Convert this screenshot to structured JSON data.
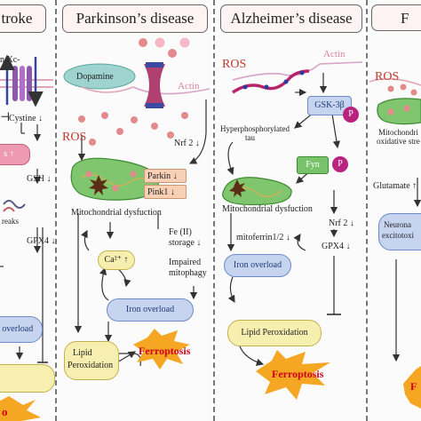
{
  "panels": {
    "stroke": {
      "title": "troke"
    },
    "parkinsons": {
      "title": "Parkinson’s disease"
    },
    "alzheimers": {
      "title": "Alzheimer’s disease"
    },
    "right": {
      "title": "F"
    }
  },
  "stroke": {
    "transport_label": "n Xc-",
    "cystine_label": "Cystine ↓",
    "cystine_arrow": "⊣",
    "pink_box": "s ↑",
    "gsh_label": "GSH ↓",
    "dna_label": "reaks",
    "gpx4_label": "GPX4 ↓",
    "iron_overload": "n overload",
    "ferroptosis_partial": "o"
  },
  "parkinsons": {
    "dopamine": "Dopamine",
    "actin": "Actin",
    "ros": "ROS",
    "nrf2": "Nrf 2 ↓",
    "parkin": "Parkin ↓",
    "pink1": "Pink1 ↓",
    "mito_dysfunction": "Mitochondrial dysfuction",
    "fe_storage_1": "Fe (II)",
    "fe_storage_2": "storage ↓",
    "impaired_1": "Impaired",
    "impaired_2": "mitophagy",
    "calcium": "Ca²⁺ ↑",
    "iron_overload": "Iron overload",
    "lipid_1": "Lipid",
    "lipid_2": "Peroxidation",
    "ferroptosis": "Ferroptosis"
  },
  "alzheimers": {
    "ros": "ROS",
    "actin": "Actin",
    "gsk": "GSK-3β",
    "p_badge_1": "P",
    "p_badge_2": "P",
    "tau_1": "Hyperphosphorylated",
    "tau_2": "tau",
    "fyn": "Fyn",
    "mito_dysfunction": "Mitochondrial dysfuction",
    "nrf2": "Nrf 2 ↓",
    "mitoferrin": "mitoferrin1/2 ↓",
    "iron_overload": "Iron overload",
    "gpx4": "GPX4 ↓",
    "lipid": "Lipid Peroxidation",
    "ferroptosis": "Ferroptosis"
  },
  "right": {
    "ros": "ROS",
    "mito_1": "Mitochondri",
    "mito_2": "oxidative stre",
    "glutamate": "Glutamate ↑",
    "neuronal_1": "Neurona",
    "neuronal_2": "excitotoxi",
    "ferroptosis_partial": "F"
  },
  "colors": {
    "iron_box": "#c6d4f0",
    "lipid_box": "#f7efb0",
    "mito_green": "#77c46a",
    "ros_red": "#c0392b",
    "ferroptosis_star": "#f5a623",
    "ferroptosis_text": "#d0021b"
  }
}
